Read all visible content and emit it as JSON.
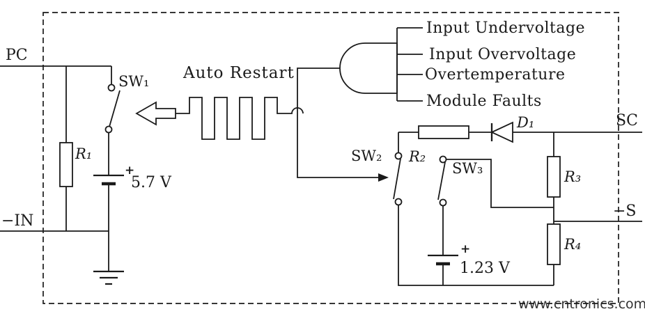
{
  "labels": {
    "pc": "PC",
    "neg_in": "−IN",
    "sc": "SC",
    "neg_s": "−S",
    "sw1": "SW₁",
    "sw2": "SW₂",
    "sw3": "SW₃",
    "r1": "R₁",
    "r2": "R₂",
    "r3": "R₃",
    "r4": "R₄",
    "d1": "D₁",
    "battery1_value": "5.7 V",
    "battery2_value": "1.23 V",
    "plus": "+",
    "auto_restart": "Auto Restart"
  },
  "faults": [
    "Input Undervoltage",
    "Input Overvoltage",
    "Overtemperature",
    "Module Faults"
  ],
  "watermark": {
    "text": "www.cntronics.com",
    "color": "#a5c93f"
  },
  "colors": {
    "ink": "#1a1a1a",
    "background": "#ffffff"
  }
}
